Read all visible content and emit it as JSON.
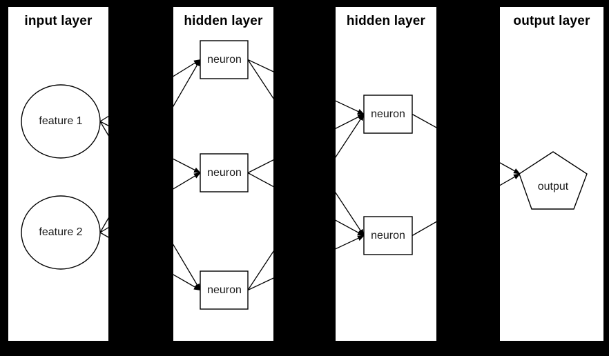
{
  "diagram": {
    "background_color": "#000000",
    "panel_color": "#ffffff",
    "stroke_color": "#000000",
    "layers": [
      {
        "id": "input-layer",
        "title": "input layer",
        "nodes": [
          {
            "id": "feature1",
            "label": "feature 1",
            "shape": "circle"
          },
          {
            "id": "feature2",
            "label": "feature 2",
            "shape": "circle"
          }
        ]
      },
      {
        "id": "hidden-layer-1",
        "title": "hidden layer",
        "nodes": [
          {
            "id": "h1n1",
            "label": "neuron",
            "shape": "rect"
          },
          {
            "id": "h1n2",
            "label": "neuron",
            "shape": "rect"
          },
          {
            "id": "h1n3",
            "label": "neuron",
            "shape": "rect"
          }
        ]
      },
      {
        "id": "hidden-layer-2",
        "title": "hidden layer",
        "nodes": [
          {
            "id": "h2n1",
            "label": "neuron",
            "shape": "rect"
          },
          {
            "id": "h2n2",
            "label": "neuron",
            "shape": "rect"
          }
        ]
      },
      {
        "id": "output-layer",
        "title": "output layer",
        "nodes": [
          {
            "id": "output",
            "label": "output",
            "shape": "pentagon"
          }
        ]
      }
    ],
    "connections": [
      {
        "from": "feature1",
        "to": "h1n1"
      },
      {
        "from": "feature1",
        "to": "h1n2"
      },
      {
        "from": "feature1",
        "to": "h1n3"
      },
      {
        "from": "feature2",
        "to": "h1n1"
      },
      {
        "from": "feature2",
        "to": "h1n2"
      },
      {
        "from": "feature2",
        "to": "h1n3"
      },
      {
        "from": "h1n1",
        "to": "h2n1"
      },
      {
        "from": "h1n1",
        "to": "h2n2"
      },
      {
        "from": "h1n2",
        "to": "h2n1"
      },
      {
        "from": "h1n2",
        "to": "h2n2"
      },
      {
        "from": "h1n3",
        "to": "h2n1"
      },
      {
        "from": "h1n3",
        "to": "h2n2"
      },
      {
        "from": "h2n1",
        "to": "output"
      },
      {
        "from": "h2n2",
        "to": "output"
      }
    ]
  }
}
